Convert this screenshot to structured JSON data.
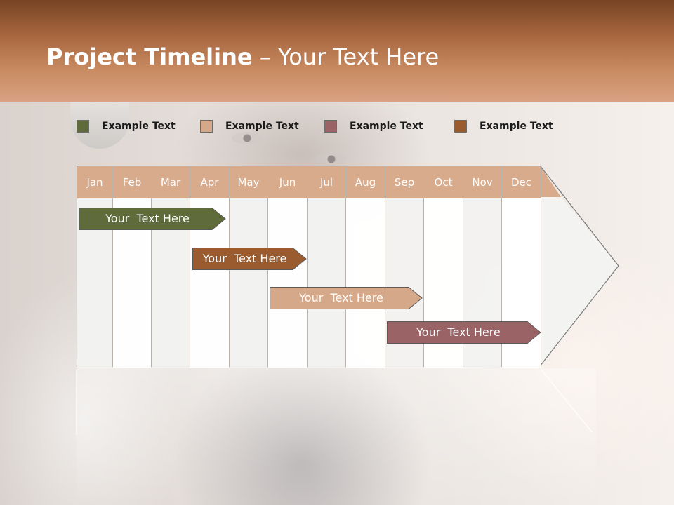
{
  "slide": {
    "title_bold": "Project Timeline",
    "title_rest": " – Your Text Here"
  },
  "legend": [
    {
      "label": "Example Text",
      "color": "#5f6b3a"
    },
    {
      "label": "Example Text",
      "color": "#d6a88a"
    },
    {
      "label": "Example Text",
      "color": "#9a6466"
    },
    {
      "label": "Example Text",
      "color": "#9a5b2e"
    }
  ],
  "months": [
    "Jan",
    "Feb",
    "Mar",
    "Apr",
    "May",
    "Jun",
    "Jul",
    "Aug",
    "Sep",
    "Oct",
    "Nov",
    "Dec"
  ],
  "tasks": [
    {
      "label": "Your  Text Here",
      "color": "#5f6b3a",
      "start_month": "Jan",
      "end_month": "Apr"
    },
    {
      "label": "Your  Text Here",
      "color": "#9a5b2e",
      "start_month": "Apr",
      "end_month": "Jun"
    },
    {
      "label": "Your  Text Here",
      "color": "#d6a88a",
      "start_month": "Jun",
      "end_month": "Sep"
    },
    {
      "label": "Your  Text Here",
      "color": "#9a6466",
      "start_month": "Sep",
      "end_month": "Dec"
    }
  ]
}
